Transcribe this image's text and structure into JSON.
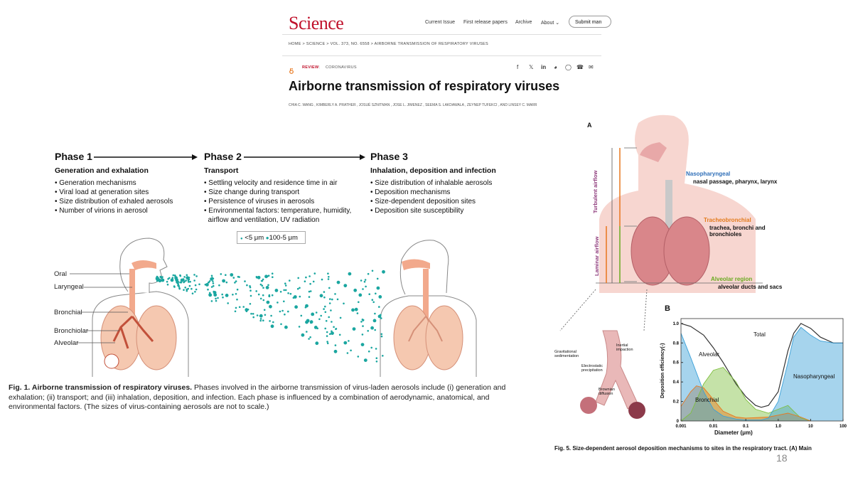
{
  "journal": {
    "logo": "Science",
    "nav": [
      "Current Issue",
      "First release papers",
      "Archive",
      "About"
    ],
    "submit_label": "Submit man",
    "breadcrumb": "HOME  >  SCIENCE  >  VOL. 373, NO. 6558  >  AIRBORNE TRANSMISSION OF RESPIRATORY VIRUSES",
    "type_tag": "REVIEW",
    "topic_tag": "CORONAVIRUS",
    "title": "Airborne transmission of respiratory viruses",
    "authors": "CHIA C. WANG , KIMBERLY A. PRATHER , JOSUÉ SZNITMAN , JOSE L. JIMENEZ , SEEMA S. LAKDAWALA , ZEYNEP TUFEKCI , AND LINSEY C. MARR"
  },
  "fig1": {
    "phases": [
      {
        "title": "Phase 1",
        "subtitle": "Generation and exhalation",
        "bullets": "• Generation mechanisms\n• Viral load at generation sites\n• Size distribution of exhaled aerosols\n• Number of virions in aerosol"
      },
      {
        "title": "Phase 2",
        "subtitle": "Transport",
        "bullets": "• Settling velocity and residence time in air\n• Size change during transport\n• Persistence of viruses in aerosols\n• Environmental factors: temperature, humidity,\n  airflow and ventilation, UV radiation"
      },
      {
        "title": "Phase 3",
        "subtitle": "Inhalation, deposition and infection",
        "bullets": "• Size distribution of inhalable aerosols\n• Deposition mechanisms\n• Size-dependent deposition sites\n• Deposition site susceptibility"
      }
    ],
    "legend_small": "<5 μm",
    "legend_large": "100-5 μm",
    "body_labels": [
      "Oral",
      "Laryngeal",
      "Bronchial",
      "Bronchiolar",
      "Alveolar"
    ],
    "caption_bold": "Fig. 1. Airborne transmission of respiratory viruses.",
    "caption_text": " Phases involved in the airborne transmission of virus-laden aerosols include (i) generation and exhalation; (ii) transport; and (iii) inhalation, deposition, and infection. Each phase is influenced by a combination of aerodynamic, anatomical, and environmental factors. (The sizes of virus-containing aerosols are not to scale.)"
  },
  "fig5": {
    "panel_a": "A",
    "panel_b": "B",
    "turbulent": "Turbulent airflow",
    "laminar": "Laminar airflow",
    "inertial": "Inertial impaction",
    "brownian": "Brownian diffusion",
    "gravitational": "Gravitational sedimentation",
    "naso_title": "Nasopharyngeal",
    "naso_desc": "nasal passage, pharynx, larynx",
    "tracheo_title": "Tracheobronchial",
    "tracheo_desc": "trachea, bronchi and bronchioles",
    "alveolar_title": "Alveolar region",
    "alveolar_desc": "alveolar ducts and sacs",
    "zoom_labels": [
      "Inertial impaction",
      "Gravitational sedimentation",
      "Electrostatic precipitation",
      "Brownian diffusion"
    ],
    "caption": "Fig. 5. Size-dependent aerosol deposition mechanisms to sites in the respiratory tract. (A) Main"
  },
  "chart_data": {
    "type": "line",
    "xlabel": "Diameter (μm)",
    "ylabel": "Deposition efficiency(-)",
    "x_scale": "log",
    "xlim": [
      0.001,
      100
    ],
    "ylim": [
      0,
      1.05
    ],
    "x_ticks": [
      "0.001",
      "0.01",
      "0.1",
      "1.0",
      "10",
      "100"
    ],
    "y_ticks": [
      "0",
      "0.2",
      "0.4",
      "0.6",
      "0.8",
      "1.0"
    ],
    "series": [
      {
        "name": "Total",
        "color": "#333333",
        "x": [
          0.001,
          0.002,
          0.005,
          0.01,
          0.02,
          0.05,
          0.1,
          0.2,
          0.3,
          0.5,
          1,
          2,
          3,
          5,
          10,
          20,
          50,
          100
        ],
        "y": [
          1.0,
          0.97,
          0.88,
          0.75,
          0.6,
          0.38,
          0.25,
          0.16,
          0.14,
          0.16,
          0.3,
          0.72,
          0.9,
          1.0,
          0.95,
          0.86,
          0.8,
          0.8
        ]
      },
      {
        "name": "Alveolar",
        "color": "#7fbf3f",
        "x": [
          0.001,
          0.002,
          0.005,
          0.01,
          0.02,
          0.05,
          0.1,
          0.2,
          0.5,
          1,
          2,
          3,
          5,
          10
        ],
        "y": [
          0.0,
          0.08,
          0.38,
          0.52,
          0.55,
          0.4,
          0.22,
          0.12,
          0.08,
          0.12,
          0.16,
          0.1,
          0.03,
          0.0
        ]
      },
      {
        "name": "Bronchial",
        "color": "#e8771e",
        "x": [
          0.001,
          0.002,
          0.003,
          0.005,
          0.01,
          0.02,
          0.05,
          0.1,
          0.5,
          1,
          2,
          5,
          10
        ],
        "y": [
          0.15,
          0.3,
          0.36,
          0.34,
          0.22,
          0.1,
          0.04,
          0.03,
          0.04,
          0.06,
          0.08,
          0.04,
          0.0
        ]
      },
      {
        "name": "Nasopharyngeal",
        "color": "#3aa0d8",
        "x": [
          0.001,
          0.002,
          0.005,
          0.01,
          0.02,
          0.05,
          0.1,
          0.3,
          0.5,
          1,
          2,
          3,
          5,
          10,
          20,
          50,
          100
        ],
        "y": [
          0.9,
          0.65,
          0.3,
          0.12,
          0.05,
          0.02,
          0.01,
          0.01,
          0.03,
          0.2,
          0.6,
          0.86,
          0.96,
          0.88,
          0.82,
          0.8,
          0.8
        ]
      }
    ]
  },
  "page_number": "18"
}
